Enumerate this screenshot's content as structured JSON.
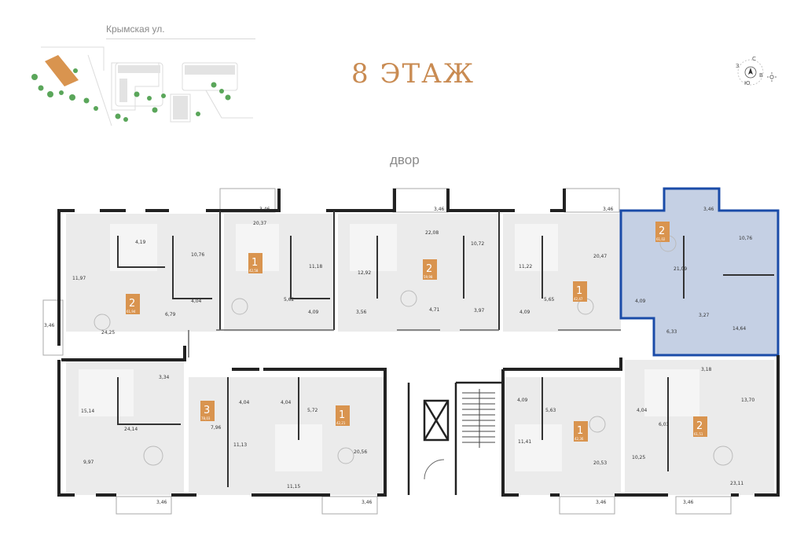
{
  "header": {
    "street": "Крымская ул.",
    "floor_title": "8 ЭТАЖ",
    "yard_label": "двор"
  },
  "compass": {
    "letters": [
      "С",
      "В",
      "Ю",
      "З"
    ]
  },
  "colors": {
    "accent": "#d9944f",
    "selected": "#1a4ba8",
    "selected_fill": "#c5d0e4",
    "wall": "#222222",
    "room": "#e6e6e6"
  },
  "apartments": [
    {
      "id": "a1",
      "rooms": "2",
      "total": "61,94",
      "areas": [
        "4,19",
        "10,76",
        "11,97",
        "4,04",
        "6,79",
        "24,25",
        "3,46"
      ]
    },
    {
      "id": "a2",
      "rooms": "1",
      "total": "42,58",
      "areas": [
        "20,37",
        "11,18",
        "5,62",
        "4,09",
        "3,46"
      ]
    },
    {
      "id": "a3",
      "rooms": "2",
      "total": "59,98",
      "areas": [
        "22,08",
        "10,72",
        "12,92",
        "3,56",
        "4,71",
        "3,97",
        "3,46"
      ]
    },
    {
      "id": "a4",
      "rooms": "1",
      "total": "42,47",
      "areas": [
        "11,22",
        "20,47",
        "5,65",
        "4,09",
        "3,46"
      ]
    },
    {
      "id": "a5",
      "rooms": "2",
      "total": "61,02",
      "areas": [
        "10,76",
        "21,09",
        "4,09",
        "3,27",
        "6,33",
        "14,64",
        "3,46"
      ],
      "selected": true
    },
    {
      "id": "a6",
      "rooms": "3",
      "total": "78,03",
      "areas": [
        "3,34",
        "15,14",
        "24,14",
        "7,96",
        "9,97",
        "3,46"
      ]
    },
    {
      "id": "a7",
      "rooms": "1",
      "total": "42,21",
      "areas": [
        "4,04",
        "4,04",
        "5,72",
        "11,13",
        "11,15",
        "20,56",
        "3,46"
      ]
    },
    {
      "id": "a8",
      "rooms": "1",
      "total": "42,36",
      "areas": [
        "4,09",
        "5,63",
        "11,41",
        "20,53",
        "3,46"
      ]
    },
    {
      "id": "a9",
      "rooms": "2",
      "total": "61,51",
      "areas": [
        "3,18",
        "13,70",
        "4,04",
        "6,03",
        "10,25",
        "23,11",
        "3,46"
      ]
    }
  ]
}
